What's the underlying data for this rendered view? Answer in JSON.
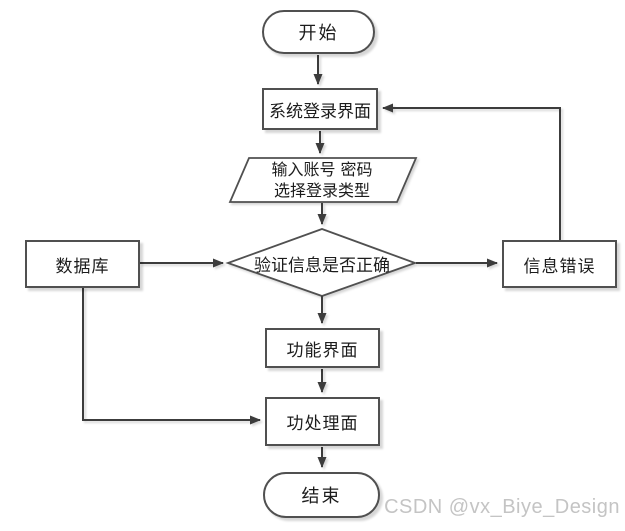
{
  "diagram_title": "login-flowchart",
  "nodes": {
    "start": {
      "type": "terminator",
      "label": "开始"
    },
    "login": {
      "type": "process",
      "label": "系统登录界面"
    },
    "input": {
      "type": "io",
      "line1": "输入账号 密码",
      "line2": "选择登录类型"
    },
    "decision": {
      "type": "decision",
      "label": "验证信息是否正确"
    },
    "database": {
      "type": "process",
      "label": "数据库"
    },
    "error": {
      "type": "process",
      "label": "信息错误"
    },
    "function": {
      "type": "process",
      "label": "功能界面"
    },
    "handler": {
      "type": "process",
      "label": "功处理面"
    },
    "end": {
      "type": "terminator",
      "label": "结束"
    }
  },
  "edges": [
    {
      "from": "start",
      "to": "login"
    },
    {
      "from": "login",
      "to": "input"
    },
    {
      "from": "input",
      "to": "decision"
    },
    {
      "from": "database",
      "to": "decision"
    },
    {
      "from": "decision",
      "to": "error"
    },
    {
      "from": "error",
      "to": "login"
    },
    {
      "from": "decision",
      "to": "function"
    },
    {
      "from": "function",
      "to": "handler"
    },
    {
      "from": "database",
      "to": "handler"
    },
    {
      "from": "handler",
      "to": "end"
    }
  ],
  "watermark": {
    "text": "CSDN @vx_Biye_Design",
    "color": "#c4c4c4"
  },
  "colors": {
    "background": "#ffffff",
    "line": "#3c3c3c",
    "shape_border": "#505050",
    "text": "#1c1c1c",
    "shadow": "rgba(0,0,0,0.16)"
  }
}
